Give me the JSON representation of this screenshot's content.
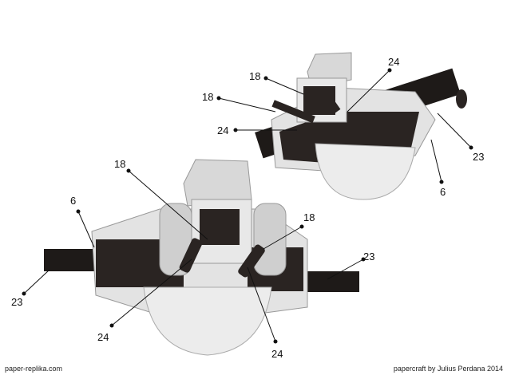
{
  "footer": {
    "left": "paper-replika.com",
    "right": "papercraft by Julius Perdana 2014"
  },
  "callouts_top": [
    "18",
    "24",
    "18",
    "24",
    "23",
    "6"
  ],
  "callouts_bottom": [
    "18",
    "6",
    "18",
    "23",
    "23",
    "24",
    "24"
  ],
  "colors": {
    "dark": "#1e1a18",
    "light": "#e6e6e6",
    "mid": "#b9b9b9"
  }
}
